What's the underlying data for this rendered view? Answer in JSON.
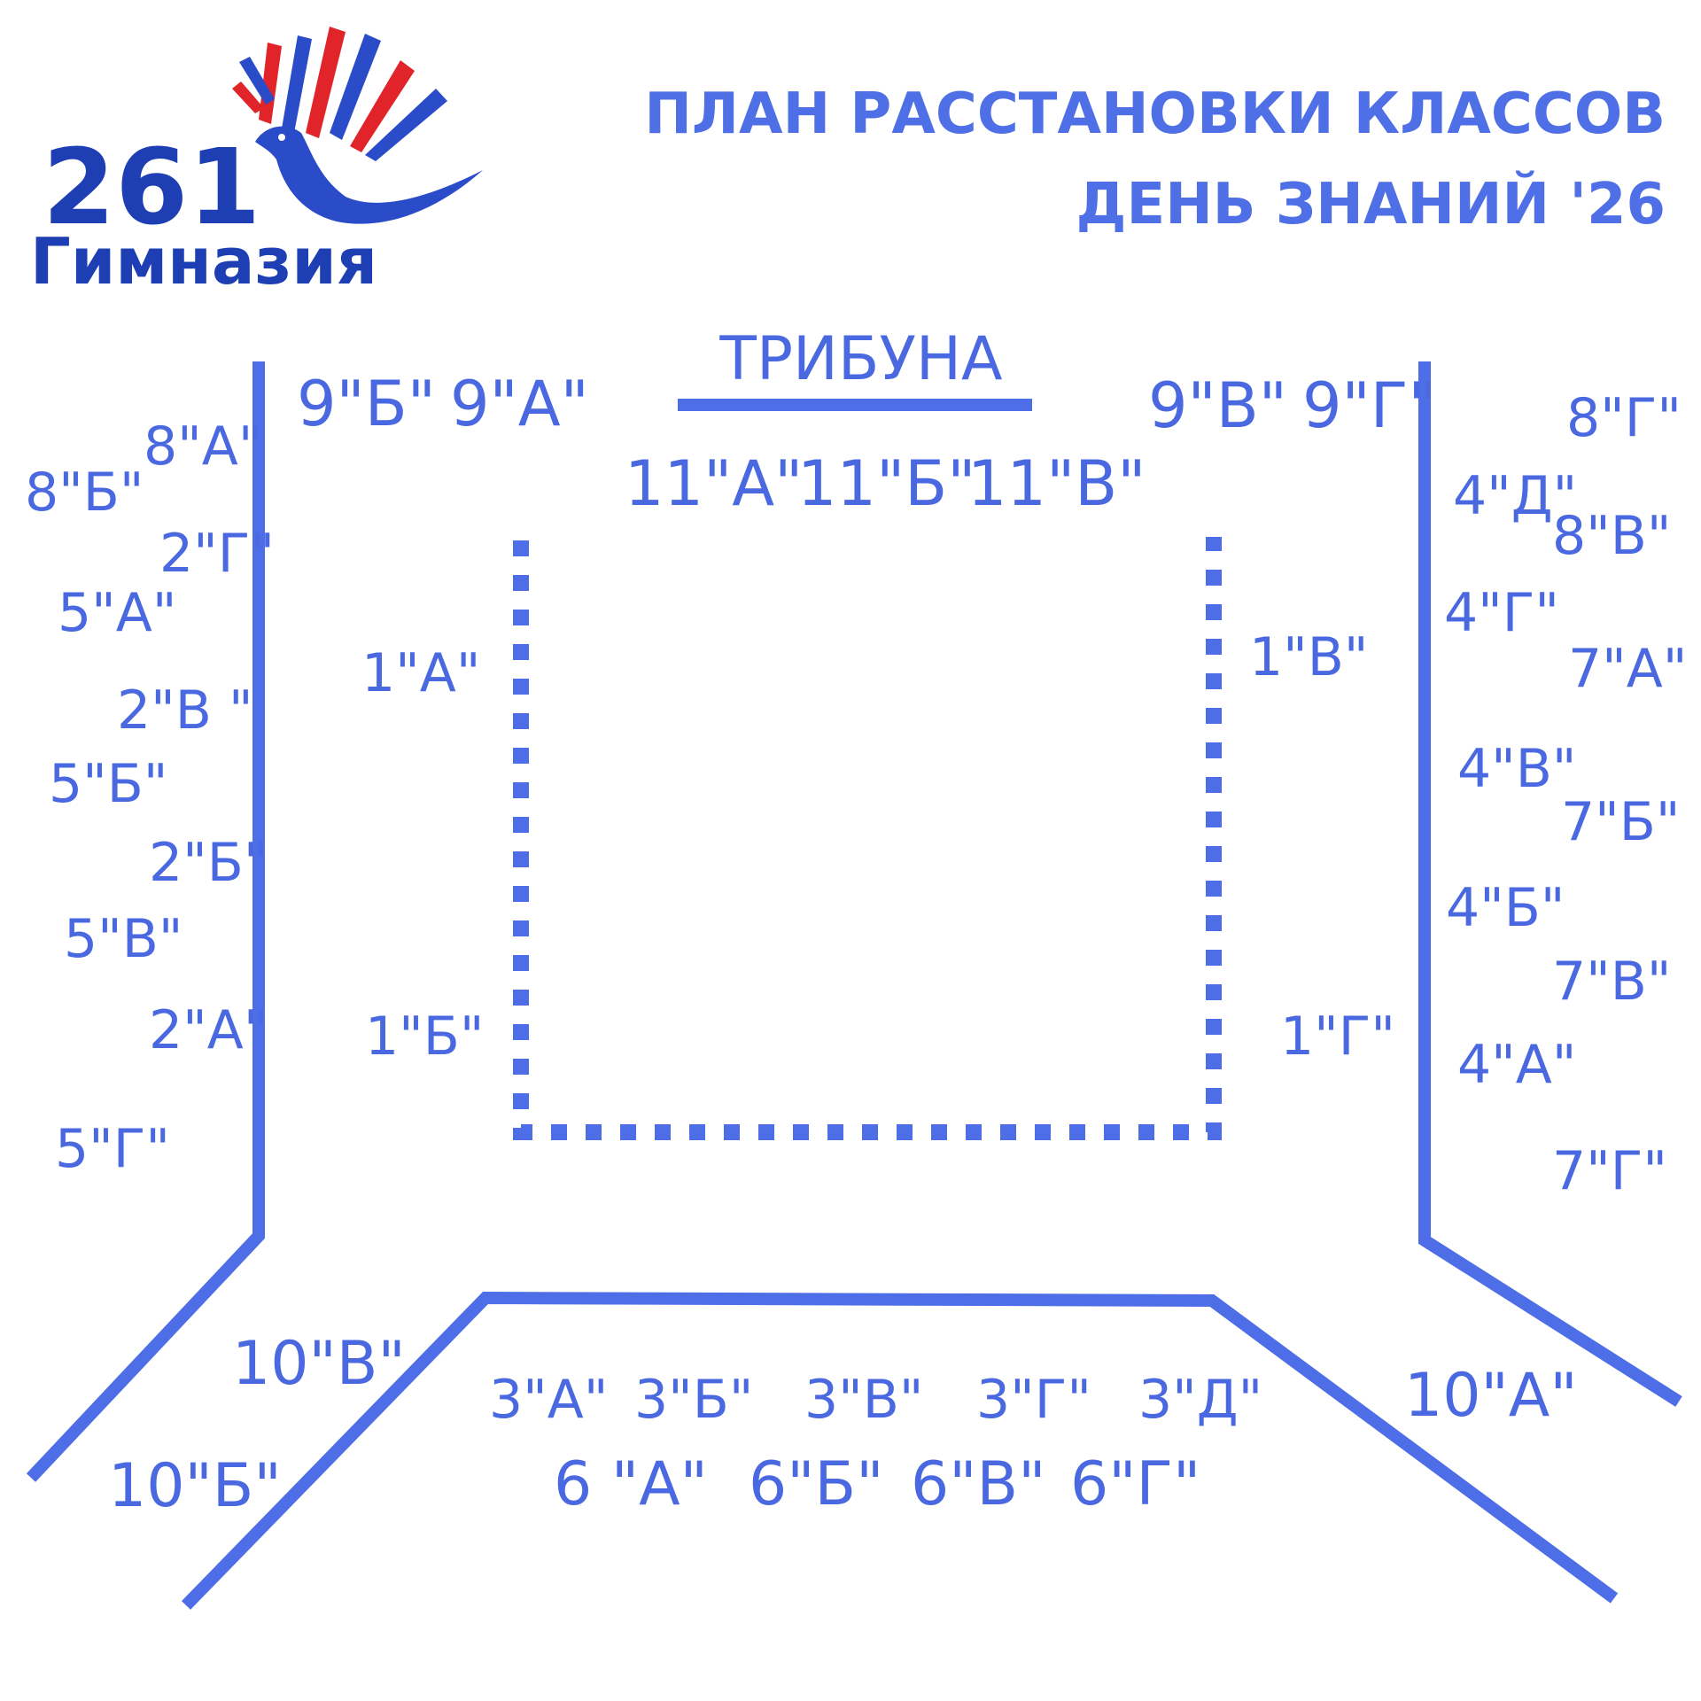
{
  "header": {
    "title_line1": "ПЛАН РАССТАНОВКИ КЛАССОВ",
    "title_line2": "ДЕНЬ ЗНАНИЙ '26"
  },
  "logo": {
    "number": "261",
    "word": "Гимназия",
    "icon": "dove-with-book-icon",
    "colors": {
      "blue": "#1e3fb4",
      "red": "#e0242a"
    }
  },
  "stage": {
    "label": "ТРИБУНА"
  },
  "colors": {
    "accent": "#4e6ee8",
    "text": "#4a68e0"
  },
  "classes": {
    "top_left": [
      "9\"Б\"",
      "9\"А\""
    ],
    "top_right": [
      "9\"В\"",
      "9\"Г\""
    ],
    "center": [
      "11\"А\"",
      "11\"Б\"",
      "11\"В\""
    ],
    "left_outer": [
      "8\"А\"",
      "8\"Б\"",
      "2\"Г\"",
      "5\"А\"",
      "2\"В \"",
      "5\"Б\"",
      "2\"Б\"",
      "5\"В\"",
      "2\"А\"",
      "5\"Г\""
    ],
    "inner_left": [
      "1\"А\"",
      "1\"Б\""
    ],
    "inner_right": [
      "1\"В\"",
      "1\"Г\""
    ],
    "right_outer": [
      "8\"Г\"",
      "4\"Д\"",
      "8\"В\"",
      "4\"Г\"",
      "7\"А\"",
      "4\"В\"",
      "7\"Б\"",
      "4\"Б\"",
      "7\"В\"",
      "4\"А\"",
      "7\"Г\""
    ],
    "bottom_left": [
      "10\"В\"",
      "10\"Б\""
    ],
    "bottom_right": [
      "10\"А\""
    ],
    "bottom_row1": [
      "3\"А\"",
      "3\"Б\"",
      "3\"В\"",
      "3\"Г\"",
      "3\"Д\""
    ],
    "bottom_row2": [
      "6 \"А\"",
      "6\"Б\"",
      "6\"В\"",
      "6\"Г\""
    ]
  }
}
